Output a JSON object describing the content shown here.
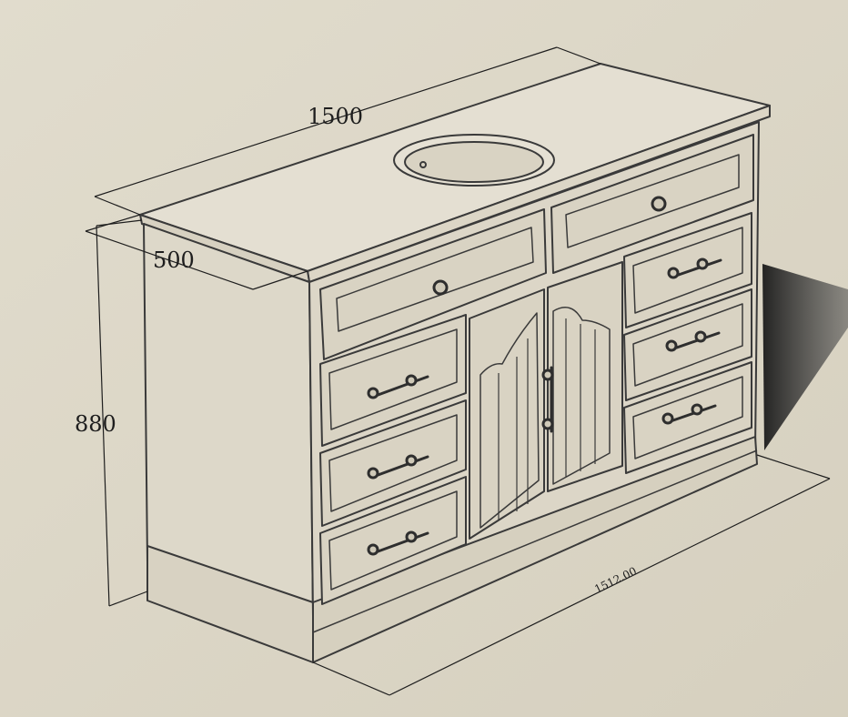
{
  "dimensions": {
    "width_top": "1500",
    "depth": "500",
    "height": "880",
    "width_base": "1512.00"
  },
  "colors": {
    "paper": "#ddd8c8",
    "line": "#3a3a3a",
    "shadow": "#2a2a2a"
  }
}
